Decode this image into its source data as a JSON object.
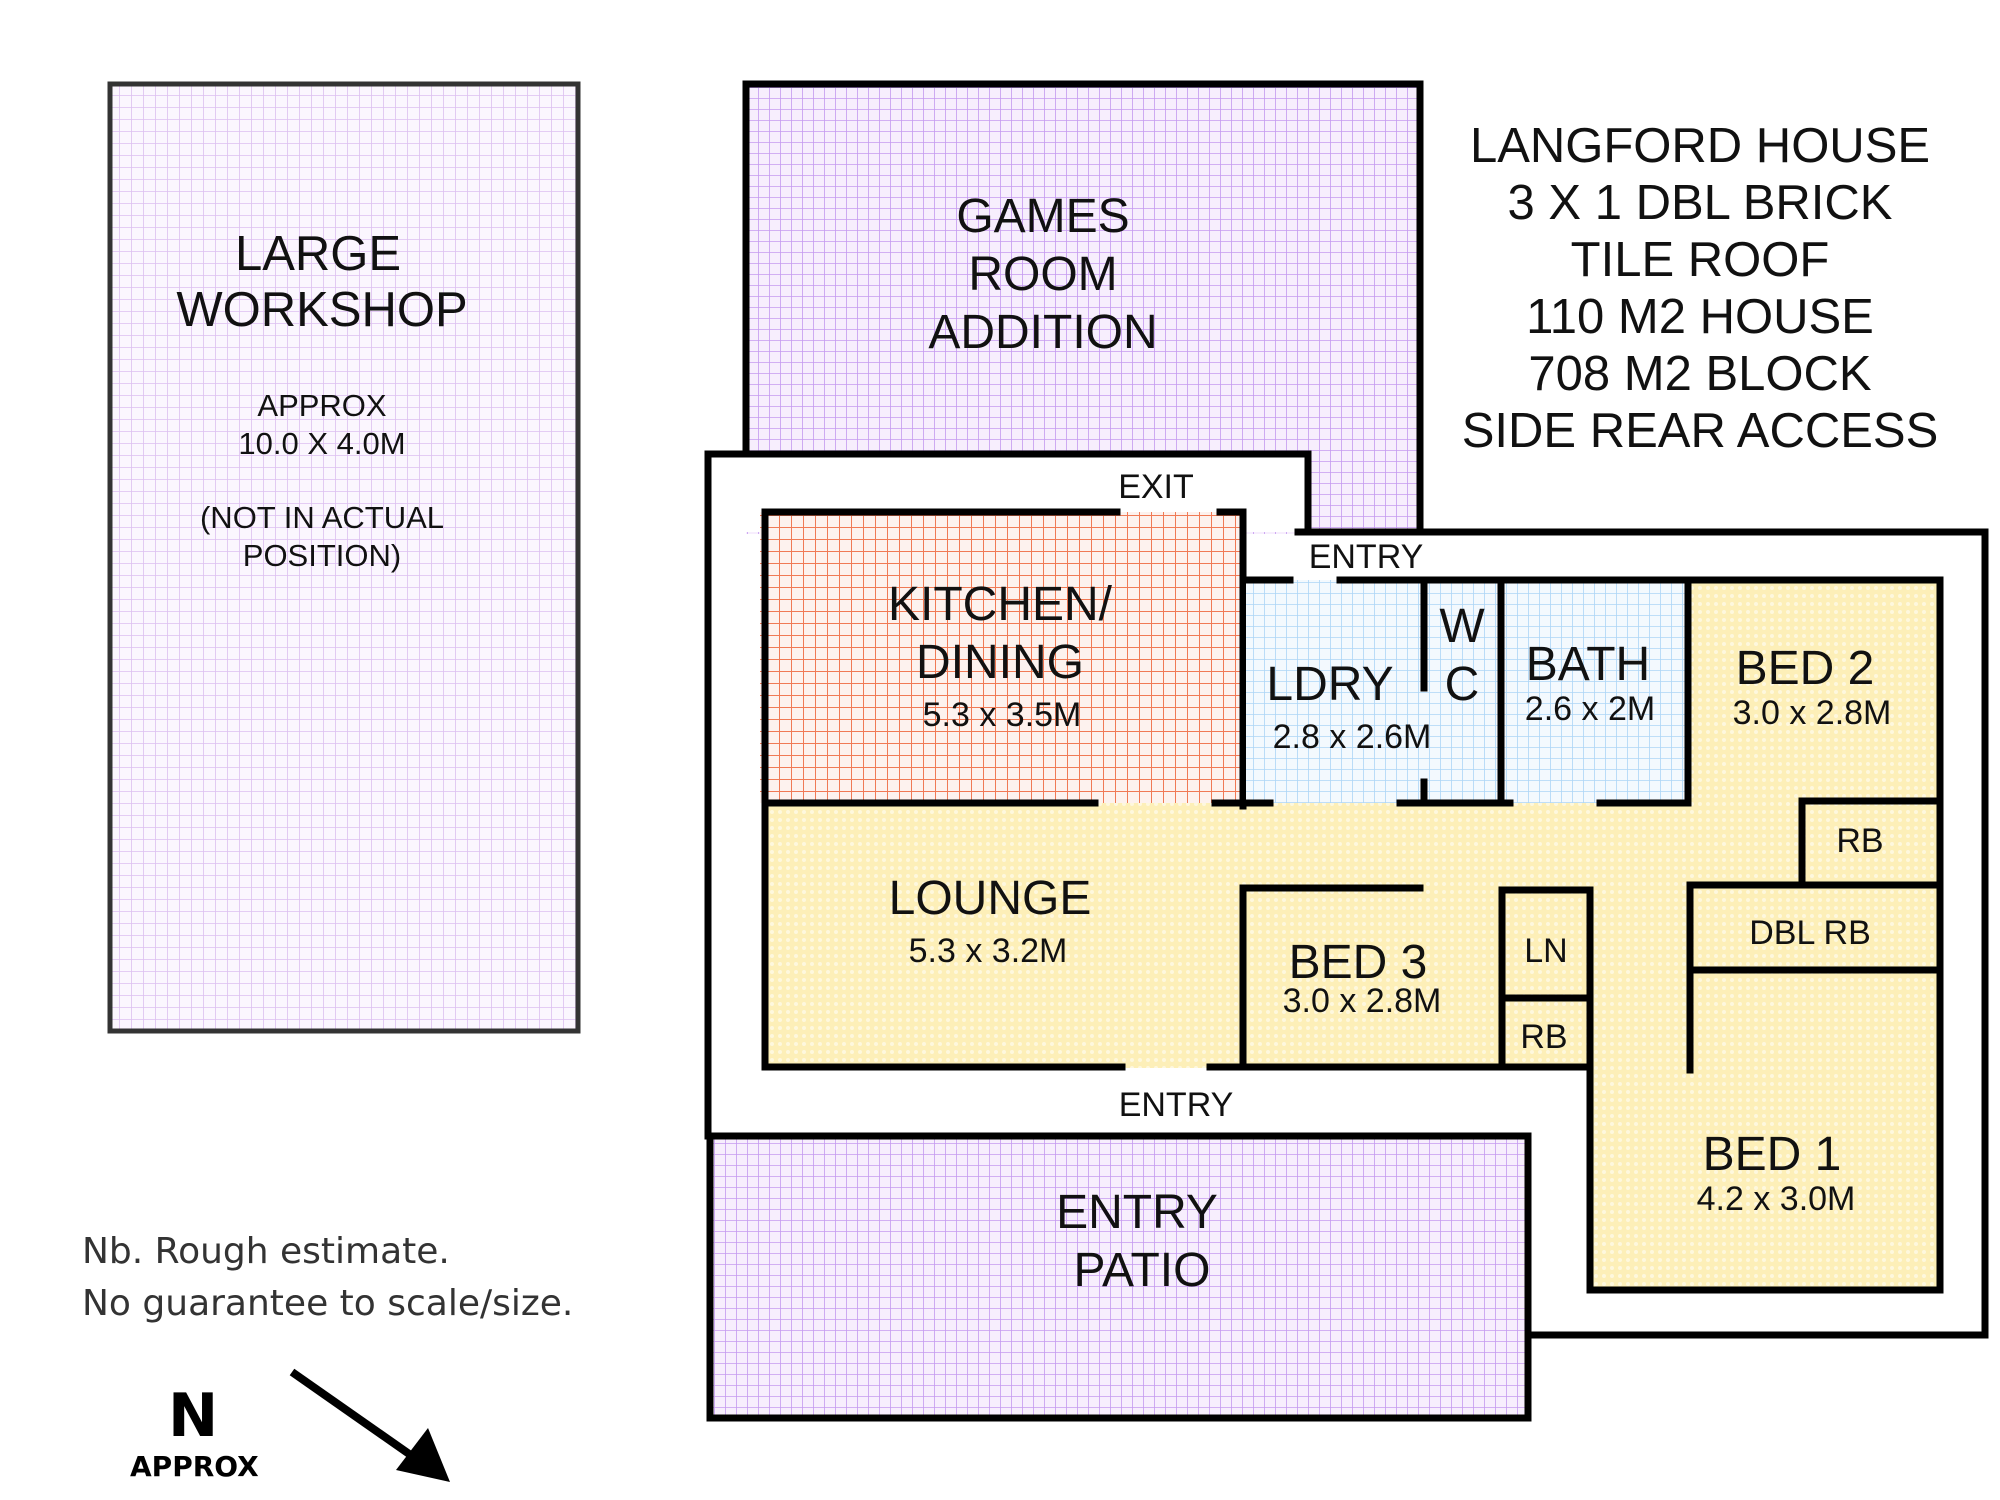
{
  "title_block": {
    "lines": [
      "LANGFORD HOUSE",
      "3 X 1 DBL BRICK",
      "TILE ROOF",
      "110 M2 HOUSE",
      "708 M2 BLOCK",
      "SIDE REAR ACCESS"
    ]
  },
  "workshop": {
    "name_lines": [
      "LARGE",
      "WORKSHOP"
    ],
    "approx": "APPROX",
    "size": "10.0 X 4.0M",
    "note_lines": [
      "(NOT IN ACTUAL",
      "POSITION)"
    ]
  },
  "games_room": {
    "name_lines": [
      "GAMES",
      "ROOM",
      "ADDITION"
    ]
  },
  "entry_patio": {
    "name_lines": [
      "ENTRY",
      "PATIO"
    ]
  },
  "rooms": {
    "kitchen": {
      "name_lines": [
        "KITCHEN/",
        "DINING"
      ],
      "size": "5.3 x 3.5M"
    },
    "ldry": {
      "name": "LDRY",
      "size": "2.8 x 2.6M"
    },
    "wc": {
      "name_lines": [
        "W",
        "C"
      ]
    },
    "bath": {
      "name": "BATH",
      "size": "2.6 x 2M"
    },
    "bed2": {
      "name": "BED 2",
      "size": "3.0 x 2.8M"
    },
    "rb_bed2": {
      "name": "RB"
    },
    "dbl_rb": {
      "name": "DBL RB"
    },
    "lounge": {
      "name": "LOUNGE",
      "size": "5.3 x 3.2M"
    },
    "bed3": {
      "name": "BED 3",
      "size": "3.0 x 2.8M"
    },
    "ln": {
      "name": "LN"
    },
    "rb_bed3": {
      "name": "RB"
    },
    "bed1": {
      "name": "BED 1",
      "size": "4.2 x 3.0M"
    }
  },
  "doors": {
    "exit": "EXIT",
    "entry_side": "ENTRY",
    "entry_front": "ENTRY"
  },
  "disclaimer": [
    "Nb. Rough estimate.",
    "No guarantee to scale/size."
  ],
  "compass": {
    "letter": "N",
    "label": "APPROX"
  },
  "colors": {
    "purple_fill": "#f6ecfc",
    "purple_grid": "#c79ef0",
    "workshop_grid": "#dcbff0",
    "red_fill": "#fde4dc",
    "red_grid": "#f0704c",
    "blue_fill": "#eef7fe",
    "blue_grid": "#a9d3f5",
    "yellow_fill": "#fdf0bf",
    "yellow_dot": "#fbe49a"
  }
}
